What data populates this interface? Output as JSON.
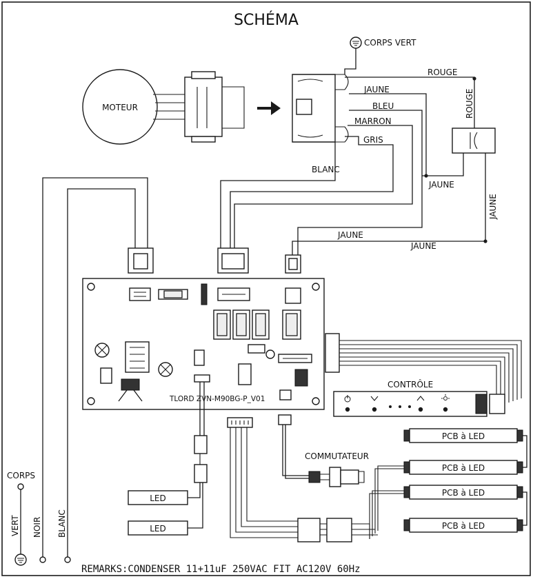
{
  "title": "SCHÉMA",
  "labels": {
    "moteur": "MOTEUR",
    "corps_vert": "CORPS VERT",
    "rouge_top": "ROUGE",
    "rouge_side": "ROUGE",
    "jaune_1": "JAUNE",
    "bleu": "BLEU",
    "marron": "MARRON",
    "gris": "GRIS",
    "blanc_wire": "BLANC",
    "jaune_2": "JAUNE",
    "jaune_3": "JAUNE",
    "jaune_4": "JAUNE",
    "jaune_5": "JAUNE",
    "board_id": "TLORD ZVN-M90BG-P_V01",
    "controle": "CONTRÔLE",
    "commutateur": "COMMUTATEUR",
    "pcb_led": [
      "PCB à LED",
      "PCB à LED",
      "PCB à LED",
      "PCB à LED"
    ],
    "led": [
      "LED",
      "LED"
    ],
    "corps": "CORPS",
    "vert": "VERT",
    "noir": "NOIR",
    "blanc_left": "BLANC",
    "remarks": "REMARKS:CONDENSER 11+11uF  250VAC FIT AC120V 60Hz"
  },
  "icons": [
    "ground-icon",
    "arrow-right-icon",
    "power-icon",
    "chevron-down-icon",
    "chevron-up-icon",
    "light-icon"
  ]
}
